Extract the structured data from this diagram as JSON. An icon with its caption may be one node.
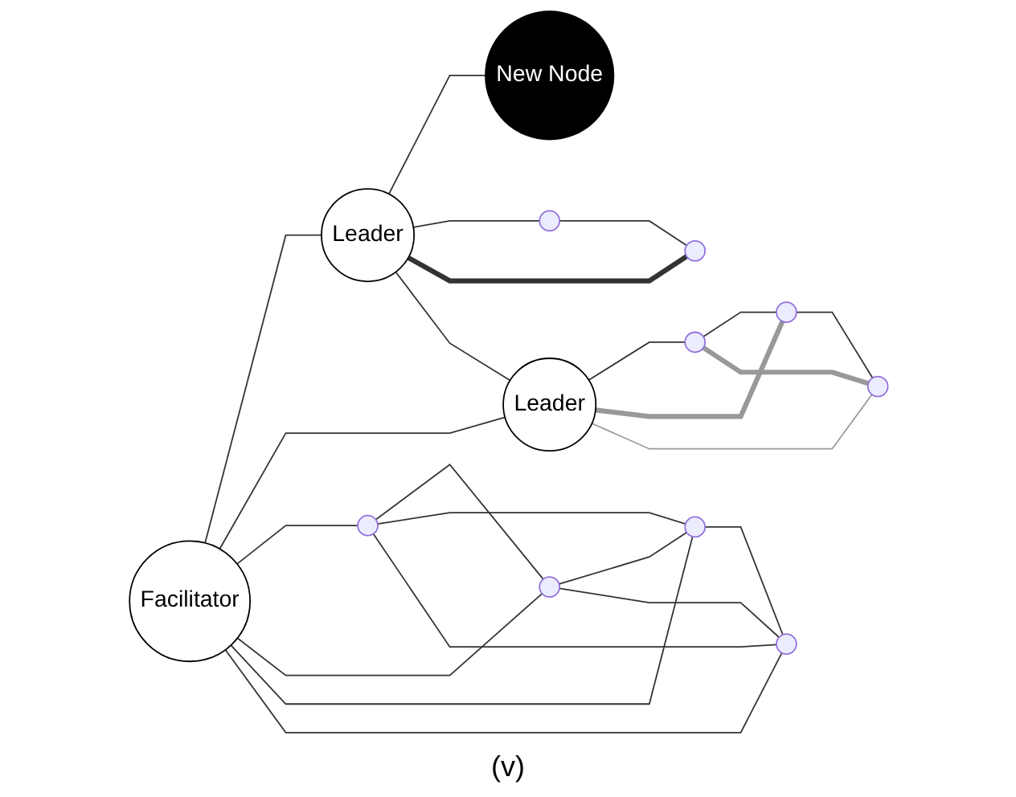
{
  "diagram": {
    "caption": "(v)",
    "nodes": [
      {
        "text": [
          "New Node"
        ]
      },
      {
        "text": [],
        "shape": "circle"
      },
      {
        "text": [
          "Leader"
        ]
      },
      {
        "text": [],
        "shape": "circle"
      },
      {
        "text": [
          "Facilitator"
        ]
      },
      {
        "text": [],
        "shape": "circle"
      },
      {
        "text": [],
        "shape": "circle"
      },
      {
        "text": [],
        "shape": "circle"
      },
      {
        "text": [],
        "shape": "circle"
      },
      {
        "text": [
          "Leader"
        ]
      },
      {
        "text": [],
        "shape": "circle"
      },
      {
        "text": [],
        "shape": "circle"
      },
      {
        "text": [],
        "shape": "circle"
      }
    ],
    "edges": [
      {
        "from": 2,
        "to": 0,
        "arrow": "none"
      },
      {
        "from": 2,
        "to": 1,
        "arrow": "none"
      },
      {
        "from": 2,
        "to": 3,
        "arrow": "none",
        "style": "thick"
      },
      {
        "from": 1,
        "to": 3,
        "arrow": "none"
      },
      {
        "from": 4,
        "to": 2,
        "arrow": "none"
      },
      {
        "from": 4,
        "to": 9,
        "arrow": "none"
      },
      {
        "from": 2,
        "to": 9,
        "arrow": "none"
      },
      {
        "from": 4,
        "to": 5,
        "arrow": "none"
      },
      {
        "from": 4,
        "to": 6,
        "arrow": "none"
      },
      {
        "from": 4,
        "to": 7,
        "arrow": "none"
      },
      {
        "from": 4,
        "to": 8,
        "arrow": "none"
      },
      {
        "from": 5,
        "to": 6,
        "arrow": "none"
      },
      {
        "from": 5,
        "to": 7,
        "arrow": "none"
      },
      {
        "from": 5,
        "to": 8,
        "arrow": "none"
      },
      {
        "from": 6,
        "to": 7,
        "arrow": "none"
      },
      {
        "from": 6,
        "to": 8,
        "arrow": "none"
      },
      {
        "from": 7,
        "to": 8,
        "arrow": "none"
      },
      {
        "from": 9,
        "to": 10,
        "arrow": "none"
      },
      {
        "from": 9,
        "to": 11,
        "arrow": "none",
        "style": "thick",
        "color": "#999999"
      },
      {
        "from": 9,
        "to": 12,
        "arrow": "none",
        "color": "#999999"
      },
      {
        "from": 10,
        "to": 11,
        "arrow": "none"
      },
      {
        "from": 10,
        "to": 12,
        "arrow": "none",
        "style": "thick",
        "color": "#999999"
      },
      {
        "from": 11,
        "to": 12,
        "arrow": "none"
      }
    ]
  }
}
